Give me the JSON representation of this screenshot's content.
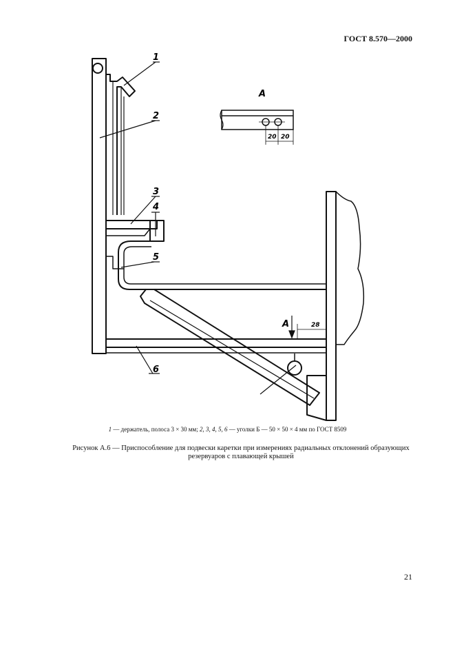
{
  "header": {
    "standard": "ГОСТ 8.570—2000"
  },
  "figure": {
    "callouts": [
      "1",
      "2",
      "3",
      "4",
      "5",
      "6"
    ],
    "view_label": "А",
    "arrow_label": "А",
    "dimensions": {
      "hole_spacing_1": "20",
      "hole_spacing_2": "20",
      "offset": "28"
    }
  },
  "legend": {
    "part1_num": "1",
    "part1_text": " — держатель, полоса 3 × 30 мм; ",
    "parts_nums": "2, 3, 4, 5, 6",
    "parts_text": " — уголки Б — 50 × 50 × 4 мм по ГОСТ 8509"
  },
  "caption": {
    "line1": "Рисунок А.6 — Приспособление для подвески каретки при измерениях радиальных отклонений образующих",
    "line2": "резервуаров с плавающей крышей"
  },
  "page_number": "21"
}
